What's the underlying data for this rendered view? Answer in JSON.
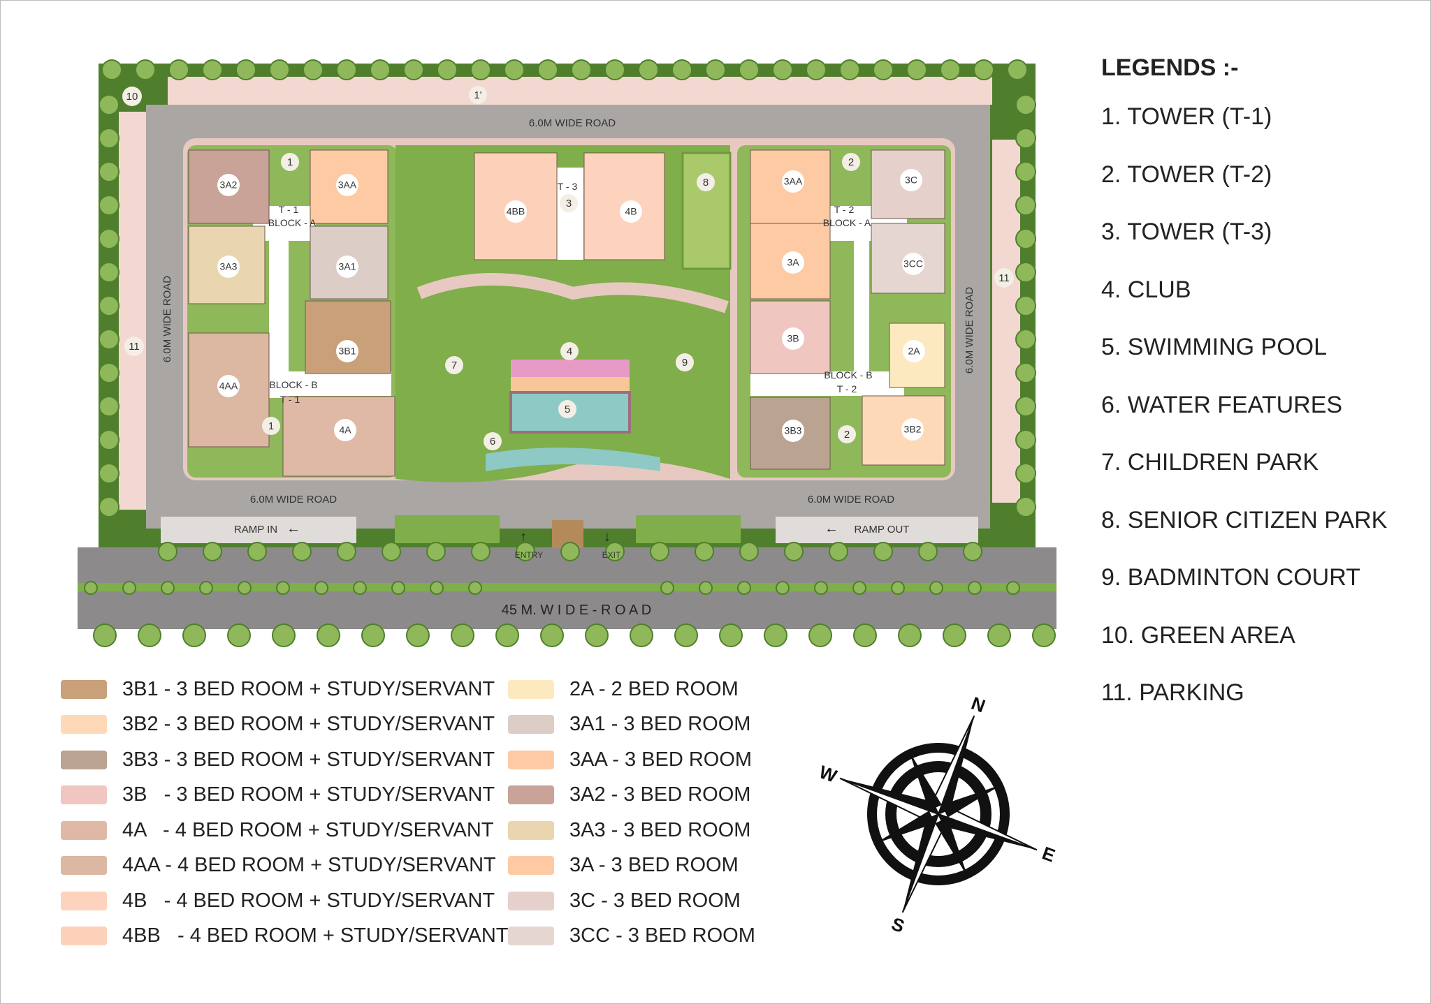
{
  "legend": {
    "title": "LEGENDS :-",
    "items": [
      "1. TOWER (T-1)",
      "2. TOWER (T-2)",
      "3. TOWER (T-3)",
      "4. CLUB",
      "5. SWIMMING POOL",
      "6. WATER FEATURES",
      "7. CHILDREN PARK",
      "8. SENIOR CITIZEN PARK",
      "9. BADMINTON COURT",
      "10. GREEN AREA",
      "11. PARKING"
    ]
  },
  "unit_legend": {
    "left": [
      {
        "code": "3B1",
        "label": "3B1 - 3 BED ROOM + STUDY/SERVANT",
        "color": "#c9a07a"
      },
      {
        "code": "3B2",
        "label": "3B2 - 3 BED ROOM + STUDY/SERVANT",
        "color": "#fdd9b8"
      },
      {
        "code": "3B3",
        "label": "3B3 - 3 BED ROOM + STUDY/SERVANT",
        "color": "#bba392"
      },
      {
        "code": "3B",
        "label": "3B   - 3 BED ROOM + STUDY/SERVANT",
        "color": "#efc6c0"
      },
      {
        "code": "4A",
        "label": "4A   - 4 BED ROOM + STUDY/SERVANT",
        "color": "#e0b9a6"
      },
      {
        "code": "4AA",
        "label": "4AA - 4 BED ROOM + STUDY/SERVANT",
        "color": "#dcb7a2"
      },
      {
        "code": "4B",
        "label": "4B   - 4 BED ROOM + STUDY/SERVANT",
        "color": "#fdd3bd"
      },
      {
        "code": "4BB",
        "label": "4BB   - 4 BED ROOM + STUDY/SERVANT",
        "color": "#fdd1b9"
      }
    ],
    "right": [
      {
        "code": "2A",
        "label": "2A - 2 BED ROOM",
        "color": "#fde9bf"
      },
      {
        "code": "3A1",
        "label": "3A1 - 3 BED ROOM",
        "color": "#dccdc6"
      },
      {
        "code": "3AA",
        "label": "3AA - 3 BED ROOM",
        "color": "#fdcaa4"
      },
      {
        "code": "3A2",
        "label": "3A2 - 3 BED ROOM",
        "color": "#c9a298"
      },
      {
        "code": "3A3",
        "label": "3A3 - 3 BED ROOM",
        "color": "#e9d6b0"
      },
      {
        "code": "3A",
        "label": "3A - 3 BED ROOM",
        "color": "#fdcaa4"
      },
      {
        "code": "3C",
        "label": "3C - 3 BED ROOM",
        "color": "#e6d0cc"
      },
      {
        "code": "3CC",
        "label": "3CC - 3 BED ROOM",
        "color": "#e6d6d2"
      }
    ]
  },
  "plan": {
    "roads": {
      "top": "6.0M WIDE ROAD",
      "left": "6.0M WIDE ROAD",
      "right": "6.0M WIDE ROAD",
      "bottom_left": "6.0M WIDE ROAD",
      "bottom_right": "6.0M WIDE ROAD",
      "main": "45 M. W I D E - R O A D"
    },
    "ramp_in": "RAMP IN",
    "ramp_out": "RAMP OUT",
    "entry": "ENTRY",
    "exit": "EXIT",
    "blocks": {
      "t1a_1": "T - 1",
      "t1a_2": "BLOCK - A",
      "t1b_1": "BLOCK - B",
      "t1b_2": "T - 1",
      "t2a_1": "T - 2",
      "t2a_2": "BLOCK - A",
      "t2b_1": "BLOCK - B",
      "t2b_2": "T - 2",
      "t3": "T - 3"
    },
    "units": {
      "u3A2": "3A2",
      "u3AA1": "3AA",
      "u3A3": "3A3",
      "u3A1": "3A1",
      "u3B1": "3B1",
      "u4AA": "4AA",
      "u4A": "4A",
      "u4BB": "4BB",
      "u4B": "4B",
      "u3AA2": "3AA",
      "u3C": "3C",
      "u3A": "3A",
      "u3CC": "3CC",
      "u3B": "3B",
      "u2A": "2A",
      "u3B3": "3B3",
      "u3B2": "3B2"
    },
    "markers": {
      "m1a": "1",
      "m1b": "1",
      "m2a": "2",
      "m2b": "2",
      "m3": "3",
      "m4": "4",
      "m5": "5",
      "m6": "6",
      "m7": "7",
      "m8": "8",
      "m9": "9",
      "m10": "10",
      "m11a": "11",
      "m11b": "11",
      "m1top": "1'"
    }
  },
  "compass": {
    "n": "N",
    "e": "E",
    "s": "S",
    "w": "W"
  },
  "colors": {
    "grass": "#7fae4a",
    "dark_grass": "#4f7f2c",
    "road": "#a9a6a4",
    "pavement": "#e8c9c2",
    "pool": "#8ec9c6",
    "club": "#e79ac6",
    "tree": "#8fb85a",
    "core": "#ffffff"
  }
}
